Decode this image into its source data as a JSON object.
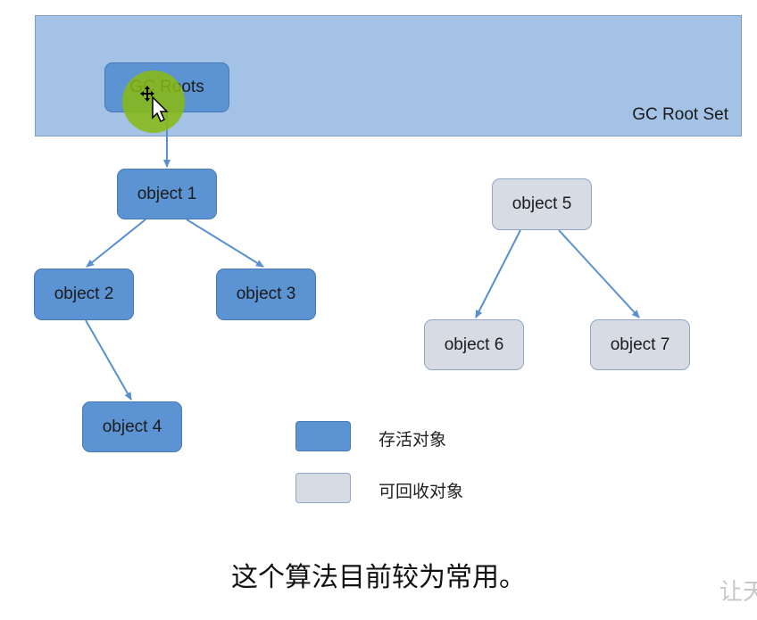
{
  "root_set": {
    "label": "GC Root Set"
  },
  "nodes": {
    "gc_roots": "GC Roots",
    "object1": "object 1",
    "object2": "object 2",
    "object3": "object 3",
    "object4": "object 4",
    "object5": "object 5",
    "object6": "object 6",
    "object7": "object 7"
  },
  "legend": {
    "alive": "存活对象",
    "collectible": "可回收对象"
  },
  "caption": "这个算法目前较为常用。",
  "watermark": "让天",
  "colors": {
    "alive": "#5b93d3",
    "collectible": "#d6dbe4",
    "root_set": "#a4c2e6",
    "edge": "#5a8fd0",
    "cursor_highlight": "#8aba0e"
  },
  "icons": {
    "cursor": "move-cursor-icon"
  }
}
